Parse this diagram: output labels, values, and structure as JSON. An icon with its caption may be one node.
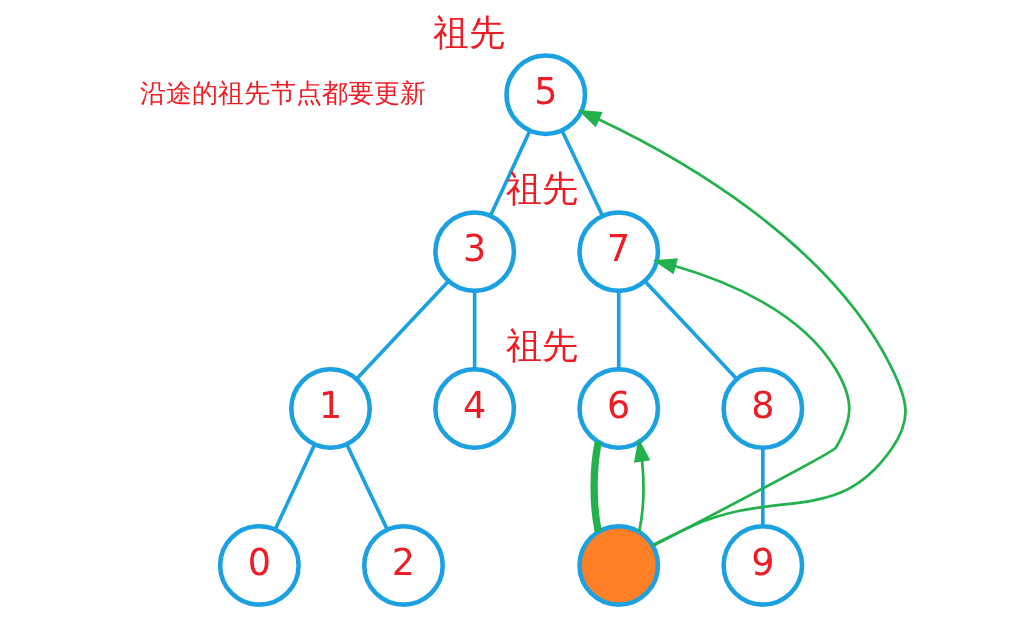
{
  "diagram": {
    "nodes": [
      {
        "text": [
          "5"
        ],
        "beside": [
          "祖先"
        ]
      },
      {
        "text": [
          "3"
        ]
      },
      {
        "text": [
          "7"
        ],
        "beside": [
          "祖先"
        ]
      },
      {
        "text": [
          "1"
        ]
      },
      {
        "text": [
          "4"
        ]
      },
      {
        "text": [
          "6"
        ],
        "beside": [
          "祖先"
        ]
      },
      {
        "text": [
          "8"
        ]
      },
      {
        "text": [
          "0"
        ]
      },
      {
        "text": [
          "2"
        ]
      },
      {
        "text": [],
        "shape": "circle"
      },
      {
        "text": [
          "9"
        ]
      }
    ],
    "edges": [
      {
        "from": 0,
        "to": 1,
        "arrow": "none"
      },
      {
        "from": 0,
        "to": 2,
        "arrow": "none"
      },
      {
        "from": 1,
        "to": 3,
        "arrow": "none"
      },
      {
        "from": 1,
        "to": 4,
        "arrow": "none"
      },
      {
        "from": 2,
        "to": 5,
        "arrow": "none"
      },
      {
        "from": 2,
        "to": 6,
        "arrow": "none"
      },
      {
        "from": 3,
        "to": 7,
        "arrow": "none"
      },
      {
        "from": 3,
        "to": 8,
        "arrow": "none"
      },
      {
        "from": 5,
        "to": 9,
        "arrow": "none",
        "style": "thick",
        "color": "#22b14c"
      },
      {
        "from": 6,
        "to": 10,
        "arrow": "none"
      },
      {
        "from": 9,
        "to": 5,
        "arrow": "to",
        "color": "#22b14c"
      },
      {
        "from": 9,
        "to": 0,
        "arrow": "to",
        "color": "#22b14c"
      },
      {
        "from": 9,
        "to": 2,
        "arrow": "to",
        "color": "#22b14c"
      }
    ],
    "labels": [
      "沿途的祖先节点都要更新"
    ]
  }
}
